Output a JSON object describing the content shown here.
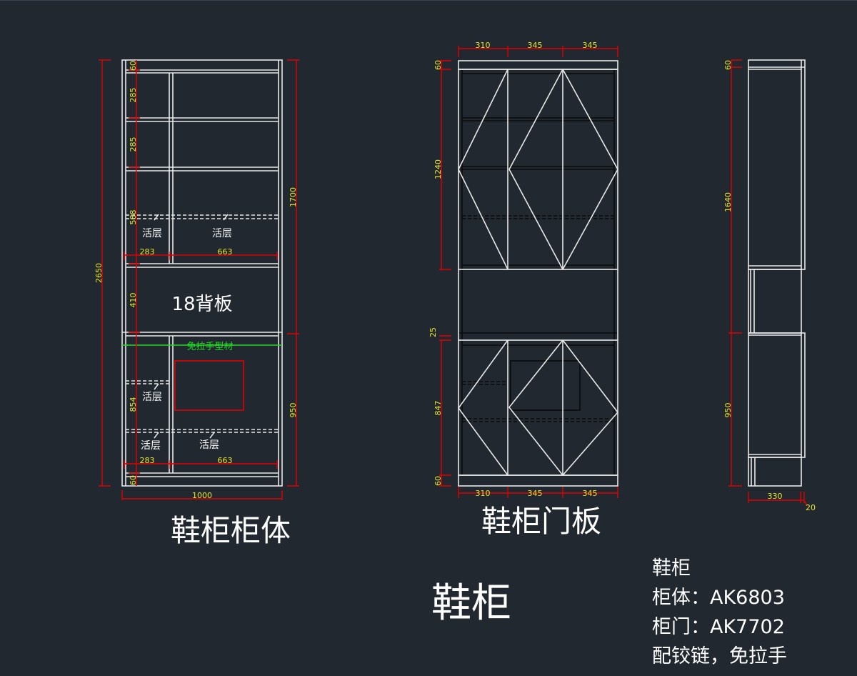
{
  "colors": {
    "background": "#212830",
    "outline": "#e8e8e8",
    "dimension": "#e00000",
    "dim_text": "#e6e62e",
    "profile": "#22dd22"
  },
  "body_view": {
    "title": "鞋柜柜体",
    "back_panel": "18背板",
    "handle_profile": "免拉手型材",
    "shelf_label": "活层",
    "dims": {
      "total_h": "2650",
      "upper_h": "1700",
      "lower_h": "950",
      "top": "60",
      "s1": "285",
      "s2": "285",
      "s3": "588",
      "mid": "410",
      "low": "854",
      "bottom": "60",
      "left_w": "283",
      "right_w": "663",
      "left_w2": "283",
      "right_w2": "663",
      "width": "1000"
    }
  },
  "door_view": {
    "title": "鞋柜门板",
    "dims": {
      "top_w": [
        "310",
        "345",
        "345"
      ],
      "bottom_w": [
        "310",
        "345",
        "345"
      ],
      "top": "60",
      "upper": "1240",
      "gap": "25",
      "lower": "847",
      "bottom": "60"
    }
  },
  "side_view": {
    "dims": {
      "top": "60",
      "upper": "1640",
      "lower": "950",
      "depth": "330",
      "door": "20"
    }
  },
  "main_title": "鞋柜",
  "notes": [
    "鞋柜",
    "柜体：AK6803",
    "柜门：AK7702",
    "配铰链，免拉手"
  ]
}
